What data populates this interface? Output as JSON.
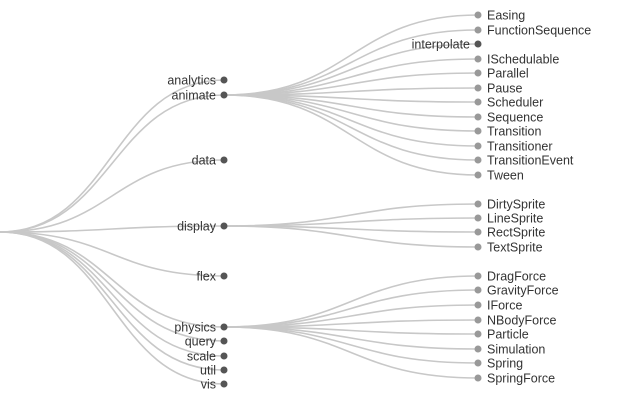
{
  "tree": {
    "root": {
      "name": "",
      "children": [
        {
          "name": "analytics",
          "children": []
        },
        {
          "name": "animate",
          "children": [
            {
              "name": "Easing"
            },
            {
              "name": "FunctionSequence"
            },
            {
              "name": "interpolate",
              "internal": true
            },
            {
              "name": "ISchedulable"
            },
            {
              "name": "Parallel"
            },
            {
              "name": "Pause"
            },
            {
              "name": "Scheduler"
            },
            {
              "name": "Sequence"
            },
            {
              "name": "Transition"
            },
            {
              "name": "Transitioner"
            },
            {
              "name": "TransitionEvent"
            },
            {
              "name": "Tween"
            }
          ]
        },
        {
          "name": "data",
          "children": []
        },
        {
          "name": "display",
          "children": [
            {
              "name": "DirtySprite"
            },
            {
              "name": "LineSprite"
            },
            {
              "name": "RectSprite"
            },
            {
              "name": "TextSprite"
            }
          ]
        },
        {
          "name": "flex",
          "children": []
        },
        {
          "name": "physics",
          "children": [
            {
              "name": "DragForce"
            },
            {
              "name": "GravityForce"
            },
            {
              "name": "IForce"
            },
            {
              "name": "NBodyForce"
            },
            {
              "name": "Particle"
            },
            {
              "name": "Simulation"
            },
            {
              "name": "Spring"
            },
            {
              "name": "SpringForce"
            }
          ]
        },
        {
          "name": "query",
          "children": []
        },
        {
          "name": "scale",
          "children": []
        },
        {
          "name": "util",
          "children": []
        },
        {
          "name": "vis",
          "children": []
        }
      ]
    }
  }
}
